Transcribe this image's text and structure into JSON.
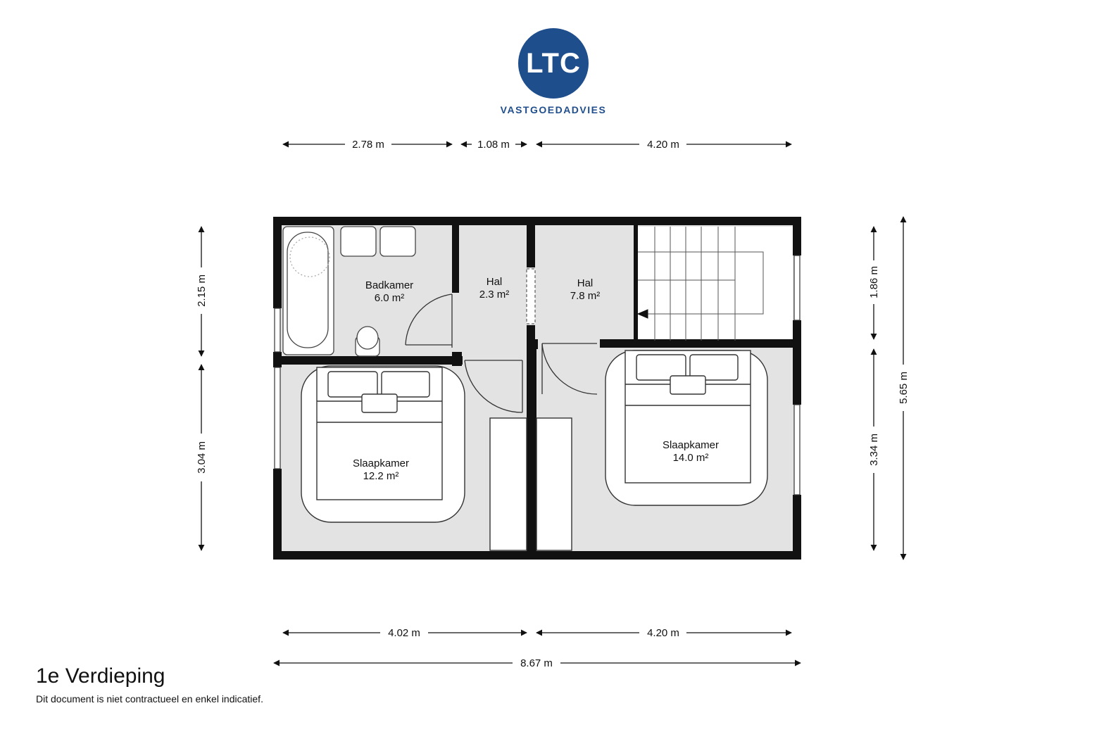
{
  "logo": {
    "mark": "LTC",
    "subtitle": "VASTGOEDADVIES",
    "color": "#1f4e8c"
  },
  "floor_title": "1e Verdieping",
  "disclaimer": "Dit document is niet contractueel en enkel indicatief.",
  "rooms": {
    "badkamer": {
      "name": "Badkamer",
      "area": "6.0 m²"
    },
    "hal_small": {
      "name": "Hal",
      "area": "2.3 m²"
    },
    "hal_large": {
      "name": "Hal",
      "area": "7.8 m²"
    },
    "slaapkamer_left": {
      "name": "Slaapkamer",
      "area": "12.2 m²"
    },
    "slaapkamer_right": {
      "name": "Slaapkamer",
      "area": "14.0 m²"
    }
  },
  "dimensions": {
    "top": [
      "2.78 m",
      "1.08 m",
      "4.20 m"
    ],
    "bottom": [
      "4.02 m",
      "4.20 m"
    ],
    "total_width": "8.67 m",
    "left": [
      "2.15 m",
      "3.04 m"
    ],
    "right_inner": [
      "1.86 m",
      "3.34 m"
    ],
    "total_height": "5.65 m"
  },
  "colors": {
    "wall": "#111111",
    "floor": "#e3e3e3",
    "furniture_line": "#444444"
  }
}
